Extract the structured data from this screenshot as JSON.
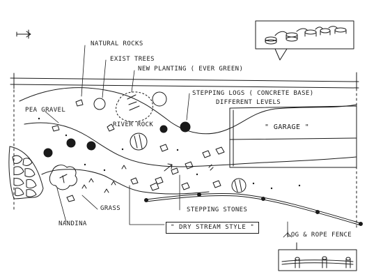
{
  "labels": {
    "natural_rocks": "NATURAL ROCKS",
    "exist_trees": "EXIST TREES",
    "new_planting": "NEW PLANTING ( EVER GREEN)",
    "stepping_logs": "STEPPING LOGS ( CONCRETE BASE)",
    "different_levels": "DIFFERENT LEVELS",
    "pea_gravel": "PEA GRAVEL",
    "river_rock": "RIVER ROCK",
    "garage": "\" GARAGE \"",
    "grass": "GRASS",
    "nandina": "NANDINA",
    "stepping_stones": "STEPPING STONES",
    "dry_stream_style": "\" DRY STREAM STYLE \"",
    "log_rope_fence": "LOG & ROPE FENCE"
  }
}
